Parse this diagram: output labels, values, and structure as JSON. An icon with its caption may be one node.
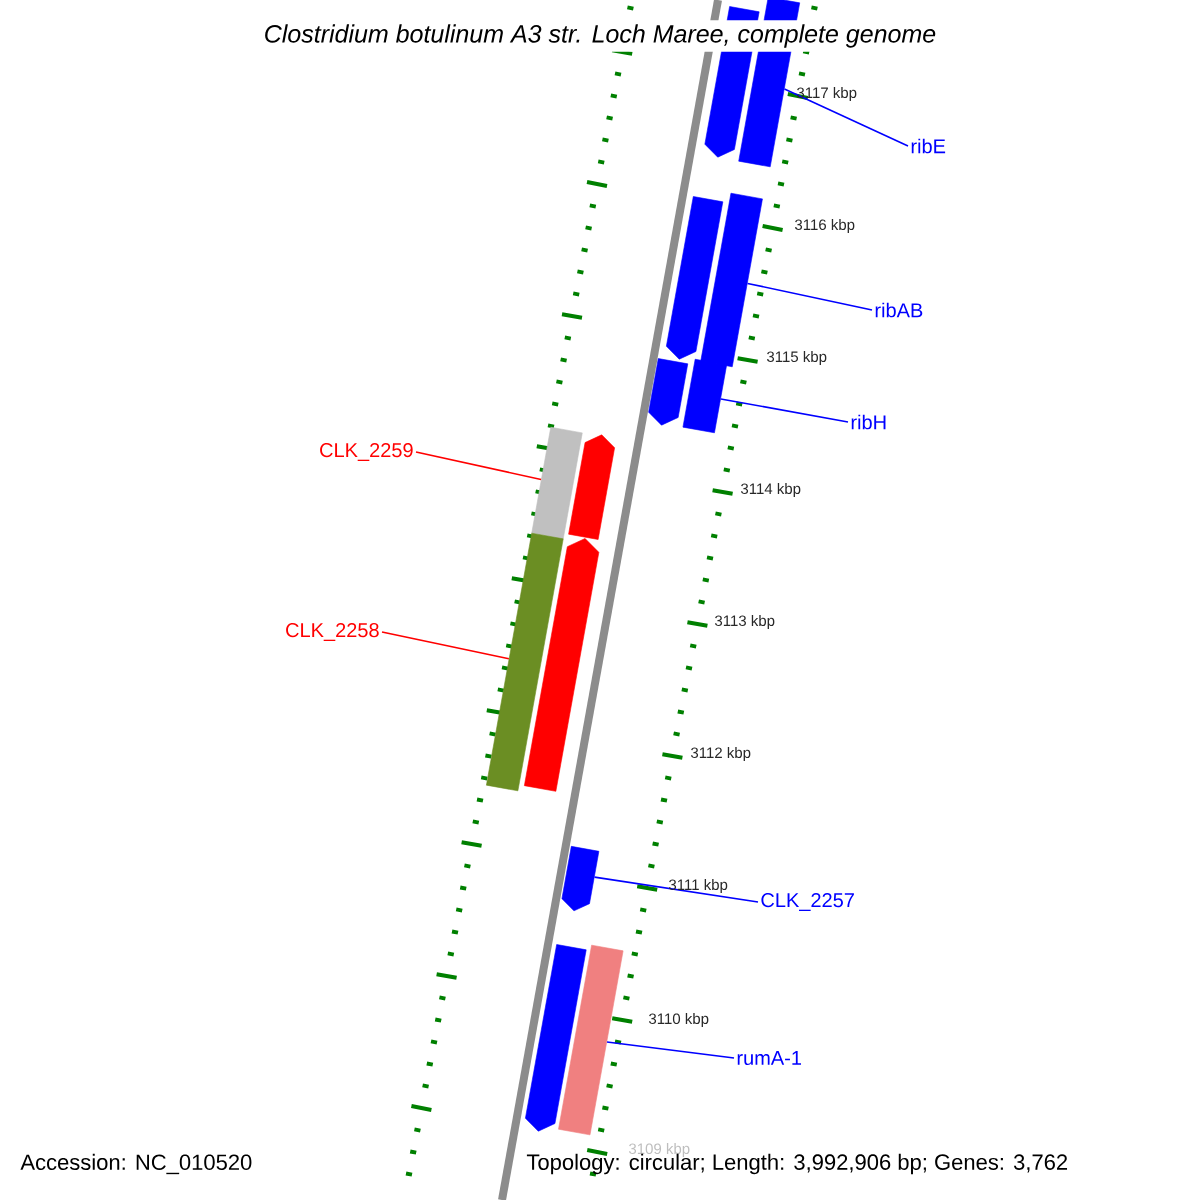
{
  "diagram": {
    "title": "Clostridium botulinum A3 str. Loch Maree, complete genome",
    "nodes": [
      {
        "text": [],
        "shape": "pentagon"
      },
      {
        "text": [],
        "shape": "bar"
      },
      {
        "text": [
          "ribE"
        ]
      },
      {
        "text": [],
        "shape": "pentagon"
      },
      {
        "text": [],
        "shape": "bar"
      },
      {
        "text": [
          "ribAB"
        ]
      },
      {
        "text": [],
        "shape": "pentagon"
      },
      {
        "text": [],
        "shape": "bar"
      },
      {
        "text": [
          "ribH"
        ]
      },
      {
        "text": [],
        "shape": "bar"
      },
      {
        "text": [],
        "shape": "pentagon"
      },
      {
        "text": [
          "CLK_2259"
        ]
      },
      {
        "text": [],
        "shape": "bar"
      },
      {
        "text": [],
        "shape": "pentagon"
      },
      {
        "text": [
          "CLK_2258"
        ]
      },
      {
        "text": [],
        "shape": "pentagon"
      },
      {
        "text": [
          "CLK_2257"
        ]
      },
      {
        "text": [],
        "shape": "pentagon"
      },
      {
        "text": [],
        "shape": "bar"
      },
      {
        "text": [
          "rumA-1"
        ]
      }
    ],
    "edges": [
      {
        "from": 2,
        "to": 1,
        "arrow": "none"
      },
      {
        "from": 5,
        "to": 4,
        "arrow": "none"
      },
      {
        "from": 8,
        "to": 7,
        "arrow": "none"
      },
      {
        "from": 11,
        "to": 9,
        "arrow": "none",
        "color": "#ff0000"
      },
      {
        "from": 14,
        "to": 12,
        "arrow": "none",
        "color": "#ff0000"
      },
      {
        "from": 16,
        "to": 15,
        "arrow": "none"
      },
      {
        "from": 19,
        "to": 18,
        "arrow": "none"
      }
    ],
    "labels": [
      "3117 kbp",
      "3116 kbp",
      "3115 kbp",
      "3114 kbp",
      "3113 kbp",
      "3112 kbp",
      "3111 kbp",
      "3110 kbp",
      "3109 kbp",
      "Accession: NC_010520",
      "Topology: circular; Length: 3,992,906 bp; Genes: 3,762"
    ]
  }
}
